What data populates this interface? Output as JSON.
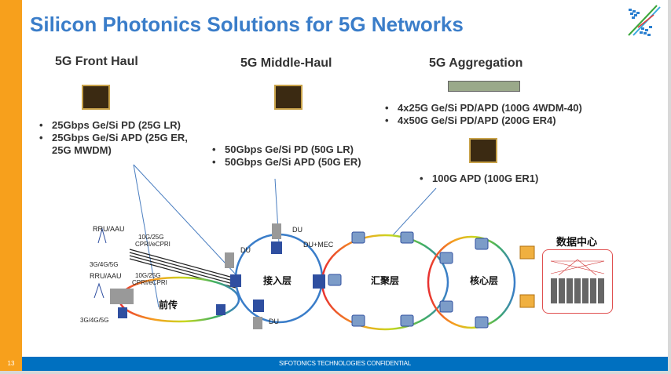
{
  "title": "Silicon Photonics Solutions for 5G Networks",
  "sections": [
    {
      "heading": "5G Front Haul",
      "items": [
        "25Gbps Ge/Si PD (25G LR)",
        "25Gbps Ge/Si APD (25G ER,",
        "25G MWDM)"
      ]
    },
    {
      "heading": "5G Middle-Haul",
      "items": [
        "50Gbps Ge/Si PD (50G LR)",
        "50Gbps Ge/Si APD (50G ER)"
      ]
    },
    {
      "heading": "5G Aggregation",
      "items": [
        "4x25G Ge/Si PD/APD (100G 4WDM-40)",
        "4x50G Ge/Si PD/APD (200G ER4)"
      ],
      "items2": [
        "100G APD (100G ER1)"
      ]
    }
  ],
  "diagram": {
    "rru1": "RRU/AAU",
    "rru2": "RRU/AAU",
    "gen1": "3G/4G/5G",
    "gen2": "3G/4G/5G",
    "cpri1a": "10G/25G",
    "cpri1b": "CPRI/eCPRI",
    "cpri2a": "10G/25G",
    "cpri2b": "CPRI/eCPRI",
    "du1": "DU",
    "du2": "DU",
    "du3": "DU",
    "dumec": "DU+MEC",
    "fronthaul": "前传",
    "access": "接入层",
    "aggregation": "汇聚层",
    "core": "核心层",
    "datacenter": "数据中心"
  },
  "footer": {
    "page": "13",
    "text": "SIFOTONICS TECHNOLOGIES  CONFIDENTIAL"
  },
  "colors": {
    "title": "#3a7dc9",
    "sidebar": "#f7a01c",
    "footer": "#0070c0"
  }
}
